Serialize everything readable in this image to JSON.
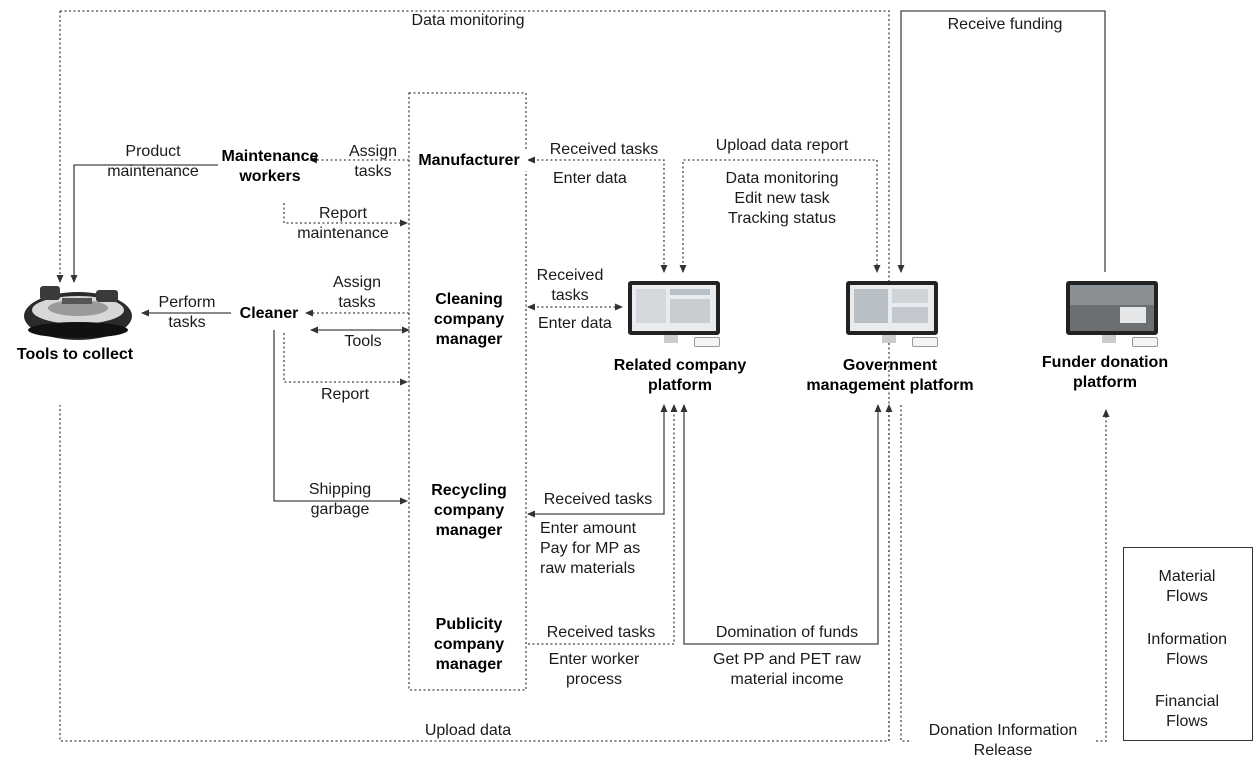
{
  "flows": {
    "data_monitoring_top": "Data monitoring",
    "receive_funding": "Receive funding",
    "product_maintenance": "Product\nmaintenance",
    "assign_tasks_1": "Assign\ntasks",
    "received_tasks_1": "Received  tasks",
    "enter_data_1": "Enter data",
    "upload_data_report": "Upload data report",
    "gov_actions": "Data monitoring\nEdit new task\nTracking status",
    "report_maintenance": "Report\nmaintenance",
    "assign_tasks_2": "Assign\ntasks",
    "perform_tasks": "Perform\ntasks",
    "received_tasks_2": "Received\ntasks",
    "enter_data_2": "Enter data",
    "tools": "Tools",
    "report": "Report",
    "shipping_garbage": "Shipping\ngarbage",
    "received_tasks_3": "Received  tasks",
    "recycling_actions": "Enter amount\nPay for MP as\nraw materials",
    "received_tasks_4": "Received  tasks",
    "domination_of_funds": "Domination of funds",
    "enter_worker_process": "Enter worker\nprocess",
    "get_pp_pet": "Get PP and PET raw\nmaterial income",
    "upload_data": "Upload data",
    "donation_release": "Donation Information\nRelease"
  },
  "nodes": {
    "maintenance_workers": "Maintenance\nworkers",
    "manufacturer": "Manufacturer",
    "cleaner": "Cleaner",
    "tools_to_collect": "Tools to collect",
    "cleaning_manager": "Cleaning\ncompany\nmanager",
    "recycling_manager": "Recycling\ncompany\nmanager",
    "publicity_manager": "Publicity\ncompany\nmanager",
    "related_platform": "Related company\nplatform",
    "government_platform": "Government\nmanagement platform",
    "funder_platform": "Funder donation\nplatform"
  },
  "legend": {
    "material": "Material\nFlows",
    "information": "Information\nFlows",
    "financial": "Financial\nFlows"
  }
}
